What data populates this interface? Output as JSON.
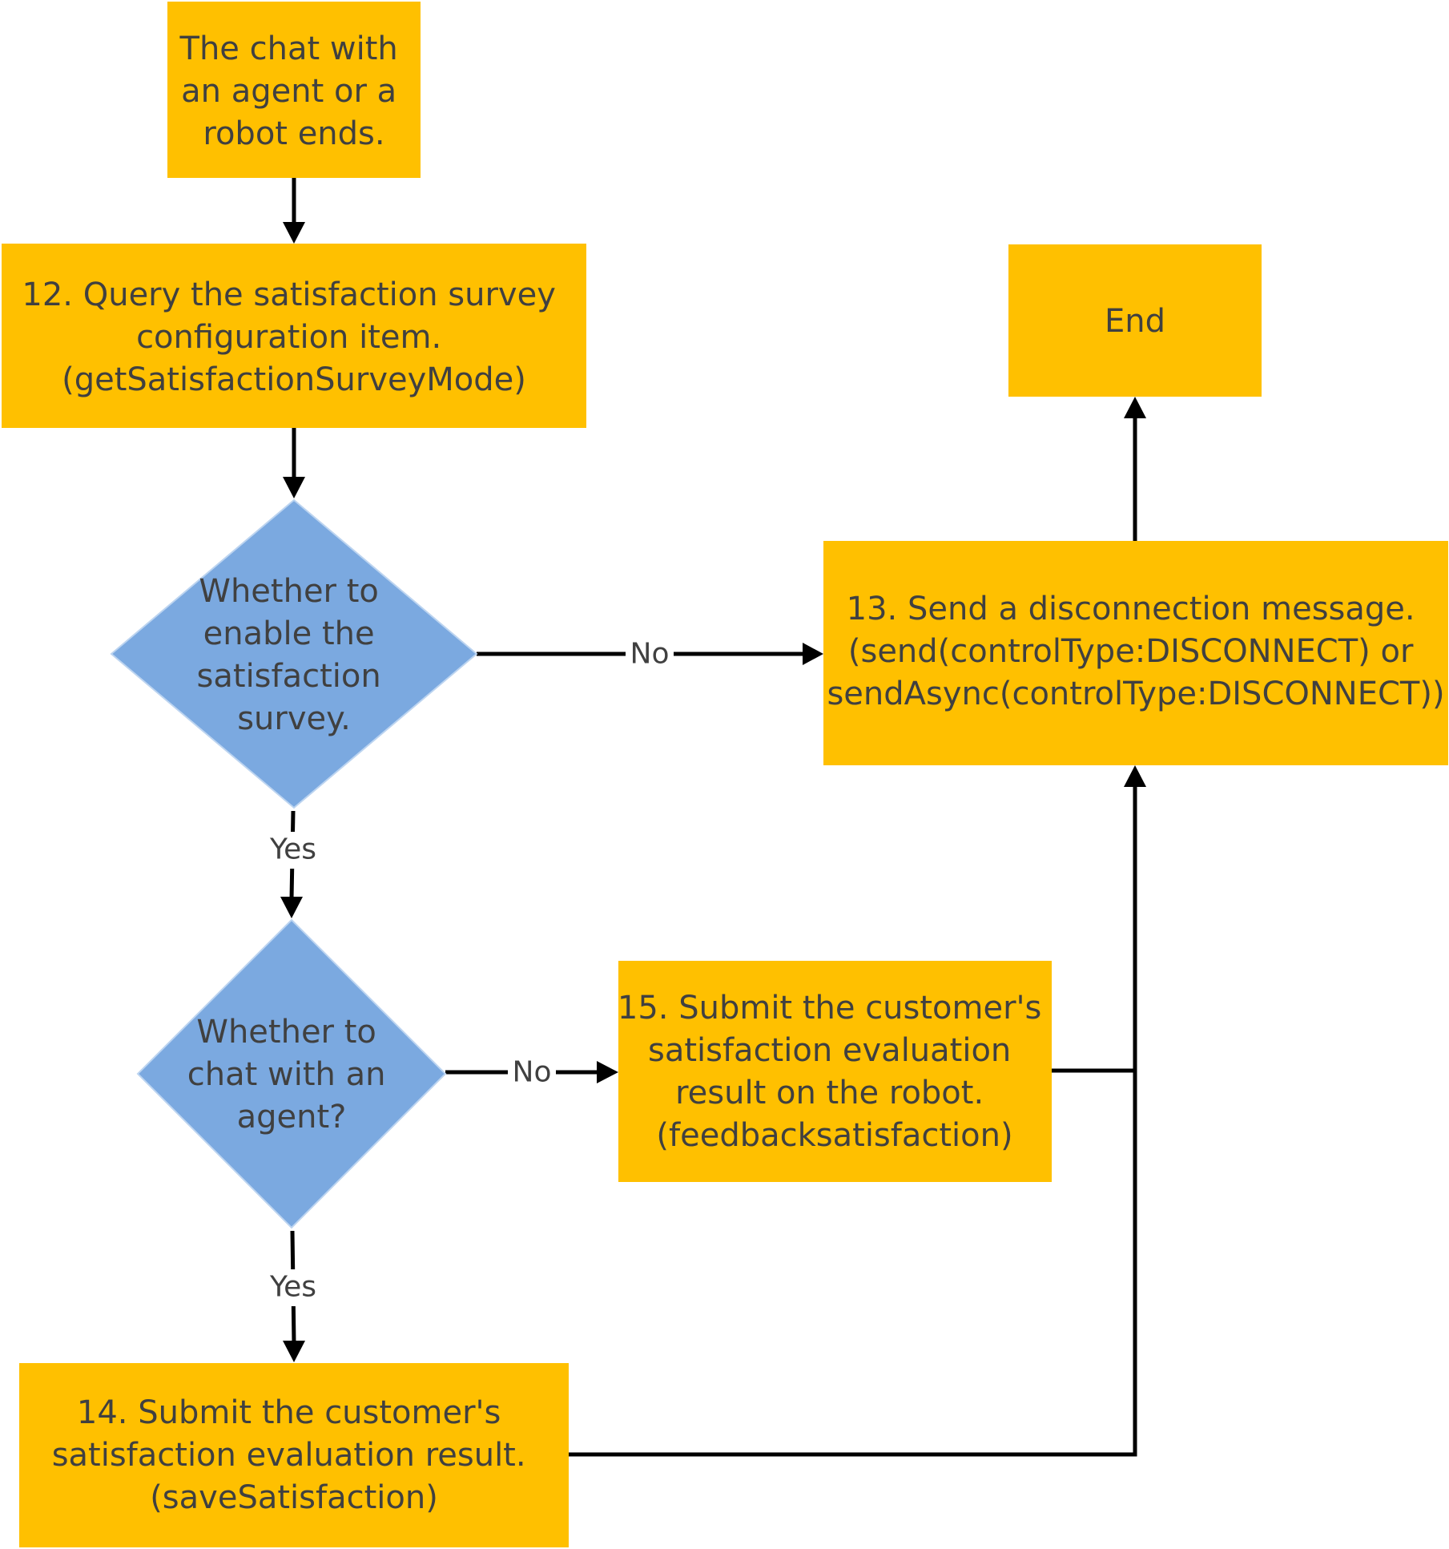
{
  "nodes": {
    "start": {
      "lines": [
        "The chat with",
        "an agent or a",
        "robot ends."
      ]
    },
    "query": {
      "lines": [
        "12. Query the satisfaction survey",
        "configuration item.",
        "(getSatisfactionSurveyMode)"
      ]
    },
    "decision_survey": {
      "lines": [
        "Whether to",
        "enable the",
        "satisfaction",
        "survey."
      ]
    },
    "decision_agent": {
      "lines": [
        "Whether to",
        "chat with an",
        "agent?"
      ]
    },
    "submit_agent": {
      "lines": [
        "14. Submit the customer's",
        "satisfaction evaluation result.",
        "(saveSatisfaction)"
      ]
    },
    "submit_robot": {
      "lines": [
        "15. Submit the customer's",
        "satisfaction evaluation",
        "result on the robot.",
        "(feedbacksatisfaction)"
      ]
    },
    "disconnect": {
      "lines": [
        "13. Send a disconnection message.",
        "(send(controlType:DISCONNECT) or",
        "sendAsync(controlType:DISCONNECT))"
      ]
    },
    "end": {
      "lines": [
        "End"
      ]
    }
  },
  "edges": {
    "survey_no": "No",
    "survey_yes": "Yes",
    "agent_no": "No",
    "agent_yes": "Yes"
  },
  "colors": {
    "process_box": "#FFC000",
    "decision_diamond": "#7BA9E0",
    "text": "#404040",
    "connector": "#000000"
  }
}
